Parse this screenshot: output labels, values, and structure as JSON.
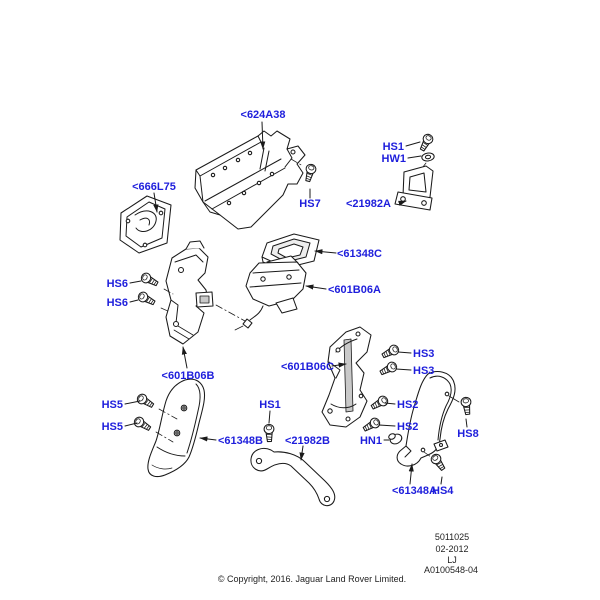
{
  "diagram": {
    "type": "exploded-parts-diagram",
    "label_color": "#1e1edc",
    "line_color": "#1a1a1a",
    "background_color": "#ffffff",
    "callouts": {
      "c624A38": "<624A38",
      "c666L75": "<666L75",
      "c21982A": "<21982A",
      "c61348C": "<61348C",
      "c601B06A": "<601B06A",
      "c601B06B": "<601B06B",
      "c601B06C": "<601B06C",
      "c61348A": "<61348A",
      "c61348B": "<61348B",
      "c21982B": "<21982B",
      "hs1": "HS1",
      "hw1": "HW1",
      "hs2": "HS2",
      "hs3": "HS3",
      "hs4": "HS4",
      "hs5": "HS5",
      "hs6": "HS6",
      "hs7": "HS7",
      "hs8": "HS8",
      "hn1": "HN1"
    },
    "footer": {
      "publication_number": "5011025",
      "date": "02-2012",
      "model_code": "LJ",
      "illustration_number": "A0100548-04",
      "copyright": "© Copyright, 2016. Jaguar Land Rover Limited."
    }
  }
}
